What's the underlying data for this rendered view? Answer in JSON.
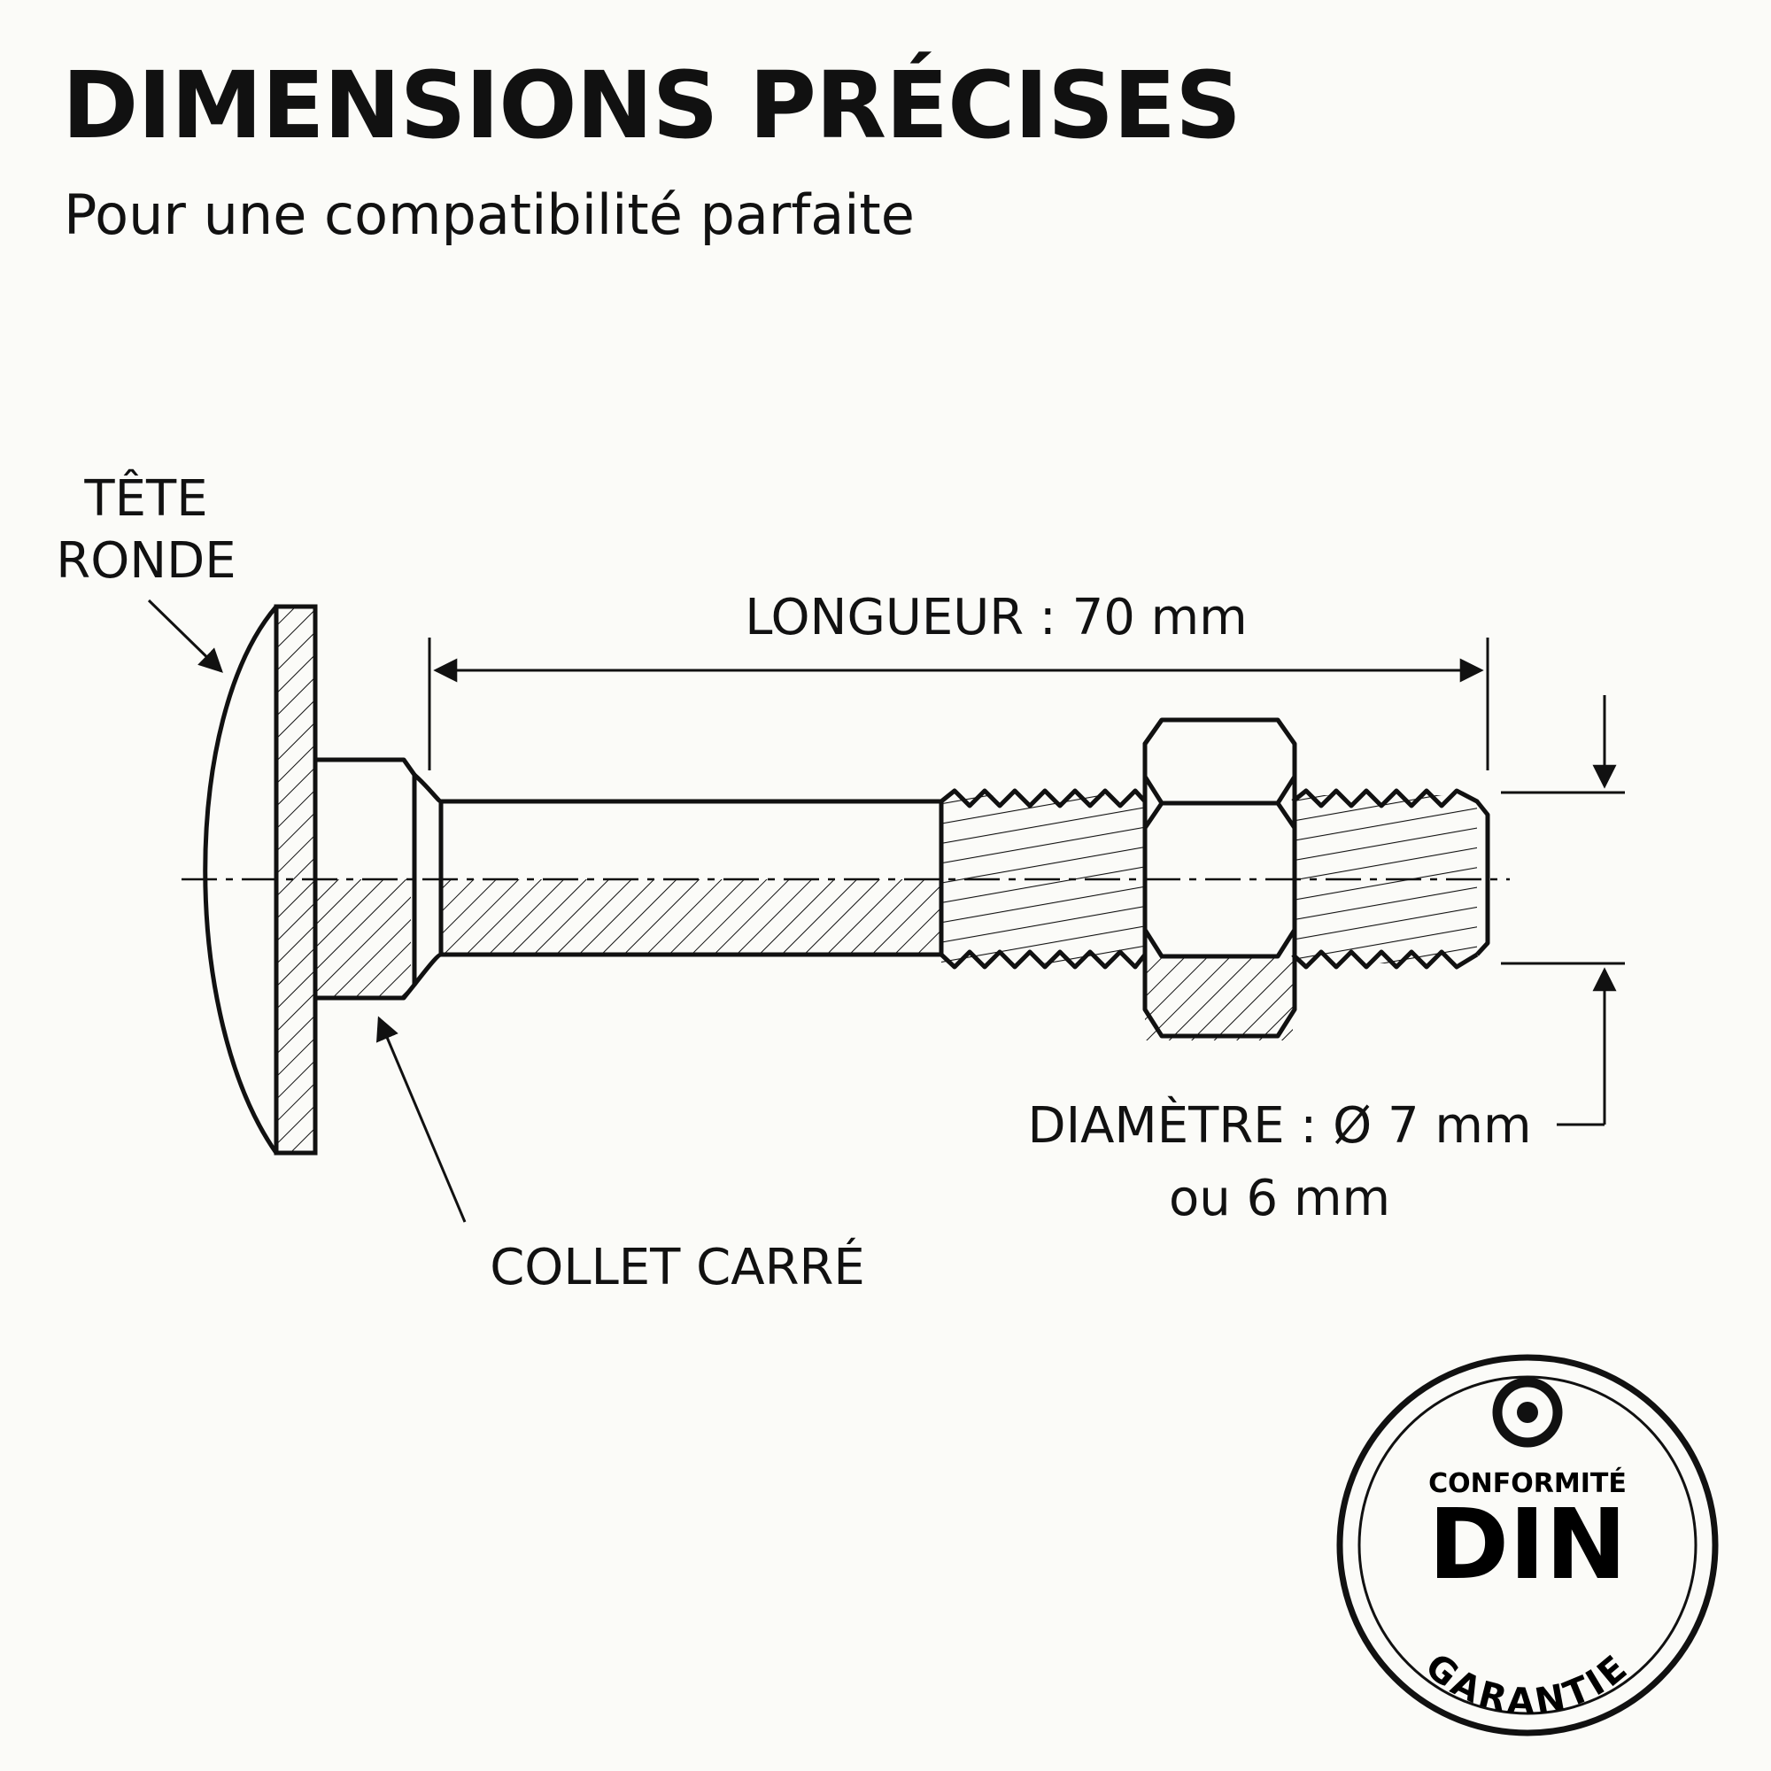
{
  "header": {
    "title": "DIMENSIONS PRÉCISES",
    "subtitle": "Pour une compatibilité parfaite"
  },
  "labels": {
    "head_line1": "TÊTE",
    "head_line2": "RONDE",
    "length": "LONGUEUR : 70 mm",
    "diameter_line1": "DIAMÈTRE : Ø 7 mm",
    "diameter_line2": "ou 6 mm",
    "collar": "COLLET CARRÉ"
  },
  "badge": {
    "top_text": "CONFORMITÉ",
    "main_text": "DIN",
    "bottom_text": "GARANTIE"
  },
  "colors": {
    "ink": "#111111",
    "background": "#fbfbf8"
  }
}
